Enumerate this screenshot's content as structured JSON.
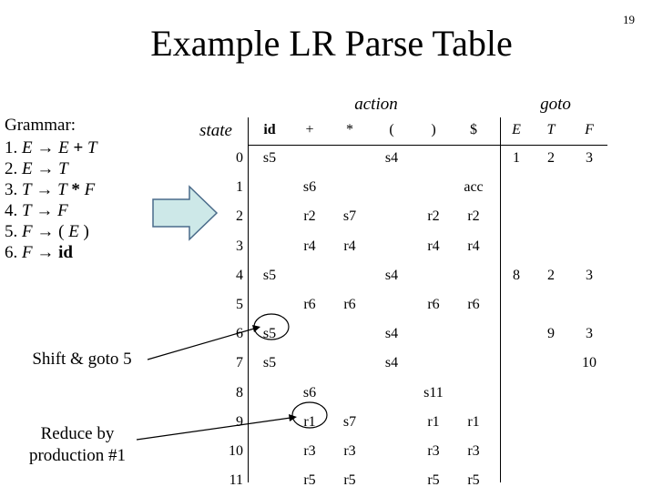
{
  "slide_number": "19",
  "title": "Example LR Parse Table",
  "grammar": {
    "heading": "Grammar:",
    "rules": [
      {
        "num": "1.",
        "lhs": "E",
        "rhs": [
          {
            "t": "E",
            "s": "i"
          },
          {
            "t": "+",
            "s": "b"
          },
          {
            "t": "T",
            "s": "i"
          }
        ]
      },
      {
        "num": "2.",
        "lhs": "E",
        "rhs": [
          {
            "t": "T",
            "s": "i"
          }
        ]
      },
      {
        "num": "3.",
        "lhs": "T",
        "rhs": [
          {
            "t": "T",
            "s": "i"
          },
          {
            "t": "*",
            "s": "b"
          },
          {
            "t": "F",
            "s": "i"
          }
        ]
      },
      {
        "num": "4.",
        "lhs": "T",
        "rhs": [
          {
            "t": "F",
            "s": "i"
          }
        ]
      },
      {
        "num": "5.",
        "lhs": "F",
        "rhs": [
          {
            "t": "(",
            "s": "n"
          },
          {
            "t": "E",
            "s": "i"
          },
          {
            "t": ")",
            "s": "n"
          }
        ]
      },
      {
        "num": "6.",
        "lhs": "F",
        "rhs": [
          {
            "t": "id",
            "s": "b"
          }
        ]
      }
    ],
    "arrow_symbol": "→"
  },
  "table": {
    "action_label": "action",
    "goto_label": "goto",
    "state_label": "state",
    "action_columns": [
      "id",
      "+",
      "*",
      "(",
      ")",
      "$"
    ],
    "goto_columns": [
      "E",
      "T",
      "F"
    ],
    "rows": [
      {
        "state": "0",
        "action": [
          "s5",
          "",
          "",
          "s4",
          "",
          ""
        ],
        "goto": [
          "1",
          "2",
          "3"
        ]
      },
      {
        "state": "1",
        "action": [
          "",
          "s6",
          "",
          "",
          "",
          "acc"
        ],
        "goto": [
          "",
          "",
          ""
        ]
      },
      {
        "state": "2",
        "action": [
          "",
          "r2",
          "s7",
          "",
          "r2",
          "r2"
        ],
        "goto": [
          "",
          "",
          ""
        ]
      },
      {
        "state": "3",
        "action": [
          "",
          "r4",
          "r4",
          "",
          "r4",
          "r4"
        ],
        "goto": [
          "",
          "",
          ""
        ]
      },
      {
        "state": "4",
        "action": [
          "s5",
          "",
          "",
          "s4",
          "",
          ""
        ],
        "goto": [
          "8",
          "2",
          "3"
        ]
      },
      {
        "state": "5",
        "action": [
          "",
          "r6",
          "r6",
          "",
          "r6",
          "r6"
        ],
        "goto": [
          "",
          "",
          ""
        ]
      },
      {
        "state": "6",
        "action": [
          "s5",
          "",
          "",
          "s4",
          "",
          ""
        ],
        "goto": [
          "",
          "9",
          "3"
        ]
      },
      {
        "state": "7",
        "action": [
          "s5",
          "",
          "",
          "s4",
          "",
          ""
        ],
        "goto": [
          "",
          "",
          "10"
        ]
      },
      {
        "state": "8",
        "action": [
          "",
          "s6",
          "",
          "",
          "s11",
          ""
        ],
        "goto": [
          "",
          "",
          ""
        ]
      },
      {
        "state": "9",
        "action": [
          "",
          "r1",
          "s7",
          "",
          "r1",
          "r1"
        ],
        "goto": [
          "",
          "",
          ""
        ]
      },
      {
        "state": "10",
        "action": [
          "",
          "r3",
          "r3",
          "",
          "r3",
          "r3"
        ],
        "goto": [
          "",
          "",
          ""
        ]
      },
      {
        "state": "11",
        "action": [
          "",
          "r5",
          "r5",
          "",
          "r5",
          "r5"
        ],
        "goto": [
          "",
          "",
          ""
        ]
      }
    ]
  },
  "callouts": {
    "shift": "Shift & goto 5",
    "reduce_line1": "Reduce by",
    "reduce_line2": "production #1"
  },
  "colors": {
    "arrow_fill": "#cde8e8",
    "arrow_stroke": "#4a6b8a",
    "line": "#000000"
  }
}
